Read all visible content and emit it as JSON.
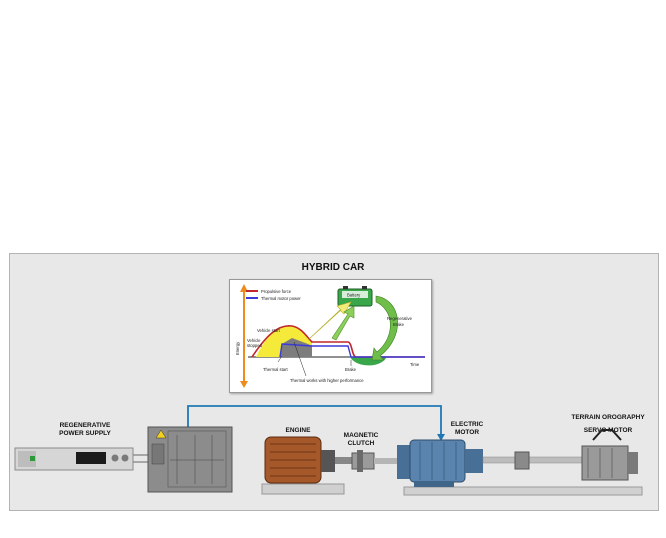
{
  "title": "HYBRID CAR",
  "labels": {
    "power_supply": [
      "REGENERATIVE",
      "POWER SUPPLY"
    ],
    "engine": "ENGINE",
    "clutch": [
      "MAGNETIC",
      "CLUTCH"
    ],
    "electric_motor": [
      "ELECTRIC",
      "MOTOR"
    ],
    "terrain": [
      "TERRAIN OROGRAPHY",
      "SERVO MOTOR"
    ]
  },
  "inset": {
    "legend_propulsive": "Propulsive force",
    "legend_thermal": "Thermal motor power",
    "battery": "Battery",
    "regen_brake": [
      "Regenerative",
      "Brake"
    ],
    "vehicle_start": "Vehicle start",
    "vehicle_stopped": [
      "Vehicle",
      "stopped"
    ],
    "thermal_start": "Thermal start",
    "thermal_higher": "Thermal works with higher performance",
    "brake": "Brake",
    "time_axis": "Time",
    "energy_axis": "Energy"
  },
  "colors": {
    "propulsive": "#c0282d",
    "thermal": "#3a3ad8",
    "axis_arrow": "#f08a1c",
    "wiring": "#1f78b4",
    "fill_yellow": "#f5e93a",
    "fill_green": "#3aa64a"
  }
}
